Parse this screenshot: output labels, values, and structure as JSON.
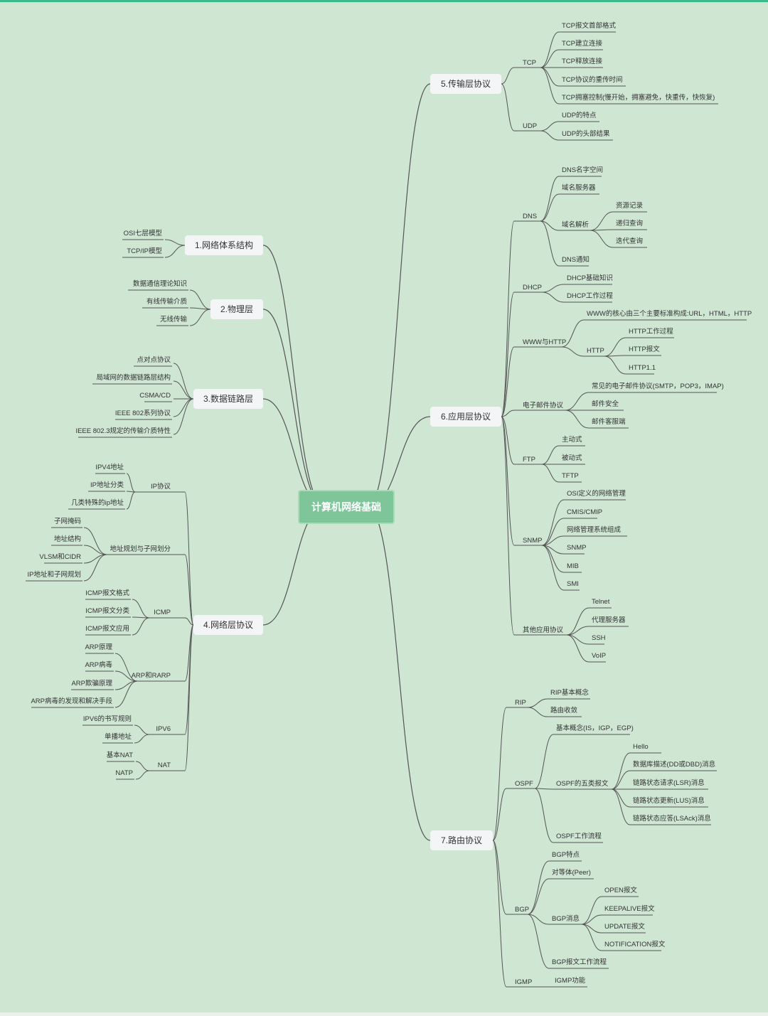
{
  "mindmap": {
    "root": "计算机网络基础",
    "branches": [
      {
        "label": "1.网络体系结构",
        "children": [
          {
            "label": "OSI七层模型"
          },
          {
            "label": "TCP/IP模型"
          }
        ]
      },
      {
        "label": "2.物理层",
        "children": [
          {
            "label": "数据通信理论知识"
          },
          {
            "label": "有线传输介质"
          },
          {
            "label": "无线传输"
          }
        ]
      },
      {
        "label": "3.数据链路层",
        "children": [
          {
            "label": "点对点协议"
          },
          {
            "label": "局域网的数据链路层结构"
          },
          {
            "label": "CSMA/CD"
          },
          {
            "label": "IEEE 802系列协议"
          },
          {
            "label": "IEEE 802.3规定的传输介质特性"
          }
        ]
      },
      {
        "label": "4.网络层协议",
        "children": [
          {
            "label": "IP协议",
            "children": [
              {
                "label": "IPV4地址"
              },
              {
                "label": "IP地址分类"
              },
              {
                "label": "几类特殊的ip地址"
              }
            ]
          },
          {
            "label": "地址规划与子网划分",
            "children": [
              {
                "label": "子网掩码"
              },
              {
                "label": "地址结构"
              },
              {
                "label": "VLSM和CIDR"
              },
              {
                "label": "IP地址和子网规划"
              }
            ]
          },
          {
            "label": "ICMP",
            "children": [
              {
                "label": "ICMP报文格式"
              },
              {
                "label": "ICMP报文分类"
              },
              {
                "label": "ICMP报文应用"
              }
            ]
          },
          {
            "label": "ARP和RARP",
            "children": [
              {
                "label": "ARP原理"
              },
              {
                "label": "ARP病毒"
              },
              {
                "label": "ARP欺骗原理"
              },
              {
                "label": "ARP病毒的发现和解决手段"
              }
            ]
          },
          {
            "label": "IPV6",
            "children": [
              {
                "label": "IPV6的书写规则"
              },
              {
                "label": "单播地址"
              }
            ]
          },
          {
            "label": "NAT",
            "children": [
              {
                "label": "基本NAT"
              },
              {
                "label": "NATP"
              }
            ]
          }
        ]
      },
      {
        "label": "5.传输层协议",
        "children": [
          {
            "label": "TCP",
            "children": [
              {
                "label": "TCP报文首部格式"
              },
              {
                "label": "TCP建立连接"
              },
              {
                "label": "TCP释放连接"
              },
              {
                "label": "TCP协议的重传时间"
              },
              {
                "label": "TCP拥塞控制(慢开始，拥塞避免，快重传，快恢复)"
              }
            ]
          },
          {
            "label": "UDP",
            "children": [
              {
                "label": "UDP的特点"
              },
              {
                "label": "UDP的头部结果"
              }
            ]
          }
        ]
      },
      {
        "label": "6.应用层协议",
        "children": [
          {
            "label": "DNS",
            "children": [
              {
                "label": "DNS名字空间"
              },
              {
                "label": "域名服务器"
              },
              {
                "label": "域名解析",
                "children": [
                  {
                    "label": "资源记录"
                  },
                  {
                    "label": "递归查询"
                  },
                  {
                    "label": "迭代查询"
                  }
                ]
              },
              {
                "label": "DNS通知"
              }
            ]
          },
          {
            "label": "DHCP",
            "children": [
              {
                "label": "DHCP基础知识"
              },
              {
                "label": "DHCP工作过程"
              }
            ]
          },
          {
            "label": "WWW与HTTP",
            "children": [
              {
                "label": "WWW的核心由三个主要标准构成:URL，HTML，HTTP"
              },
              {
                "label": "HTTP",
                "children": [
                  {
                    "label": "HTTP工作过程"
                  },
                  {
                    "label": "HTTP报文"
                  },
                  {
                    "label": "HTTP1.1"
                  }
                ]
              }
            ]
          },
          {
            "label": "电子邮件协议",
            "children": [
              {
                "label": "常见的电子邮件协议(SMTP，POP3，IMAP)"
              },
              {
                "label": "邮件安全"
              },
              {
                "label": "邮件客服端"
              }
            ]
          },
          {
            "label": "FTP",
            "children": [
              {
                "label": "主动式"
              },
              {
                "label": "被动式"
              },
              {
                "label": "TFTP"
              }
            ]
          },
          {
            "label": "SNMP",
            "children": [
              {
                "label": "OSI定义的网络管理"
              },
              {
                "label": "CMIS/CMIP"
              },
              {
                "label": "网络管理系统组成"
              },
              {
                "label": "SNMP"
              },
              {
                "label": "MIB"
              },
              {
                "label": "SMI"
              }
            ]
          },
          {
            "label": "其他应用协议",
            "children": [
              {
                "label": "Telnet"
              },
              {
                "label": "代理服务器"
              },
              {
                "label": "SSH"
              },
              {
                "label": "VoIP"
              }
            ]
          }
        ]
      },
      {
        "label": "7.路由协议",
        "children": [
          {
            "label": "RIP",
            "children": [
              {
                "label": "RIP基本概念"
              },
              {
                "label": "路由收敛"
              }
            ]
          },
          {
            "label": "OSPF",
            "children": [
              {
                "label": "基本概念(IS，IGP，EGP)"
              },
              {
                "label": "OSPF的五类报文",
                "children": [
                  {
                    "label": "Hello"
                  },
                  {
                    "label": "数据库描述(DD或DBD)消息"
                  },
                  {
                    "label": "链路状态请求(LSR)消息"
                  },
                  {
                    "label": "链路状态更新(LUS)消息"
                  },
                  {
                    "label": "链路状态应答(LSAck)消息"
                  }
                ]
              },
              {
                "label": "OSPF工作流程"
              }
            ]
          },
          {
            "label": "BGP",
            "children": [
              {
                "label": "BGP特点"
              },
              {
                "label": "对等体(Peer)"
              },
              {
                "label": "BGP消息",
                "children": [
                  {
                    "label": "OPEN报文"
                  },
                  {
                    "label": "KEEPALIVE报文"
                  },
                  {
                    "label": "UPDATE报文"
                  },
                  {
                    "label": "NOTIFICATION报文"
                  }
                ]
              },
              {
                "label": "BGP报文工作流程"
              }
            ]
          },
          {
            "label": "IGMP",
            "children": [
              {
                "label": "IGMP功能"
              }
            ]
          }
        ]
      }
    ]
  }
}
